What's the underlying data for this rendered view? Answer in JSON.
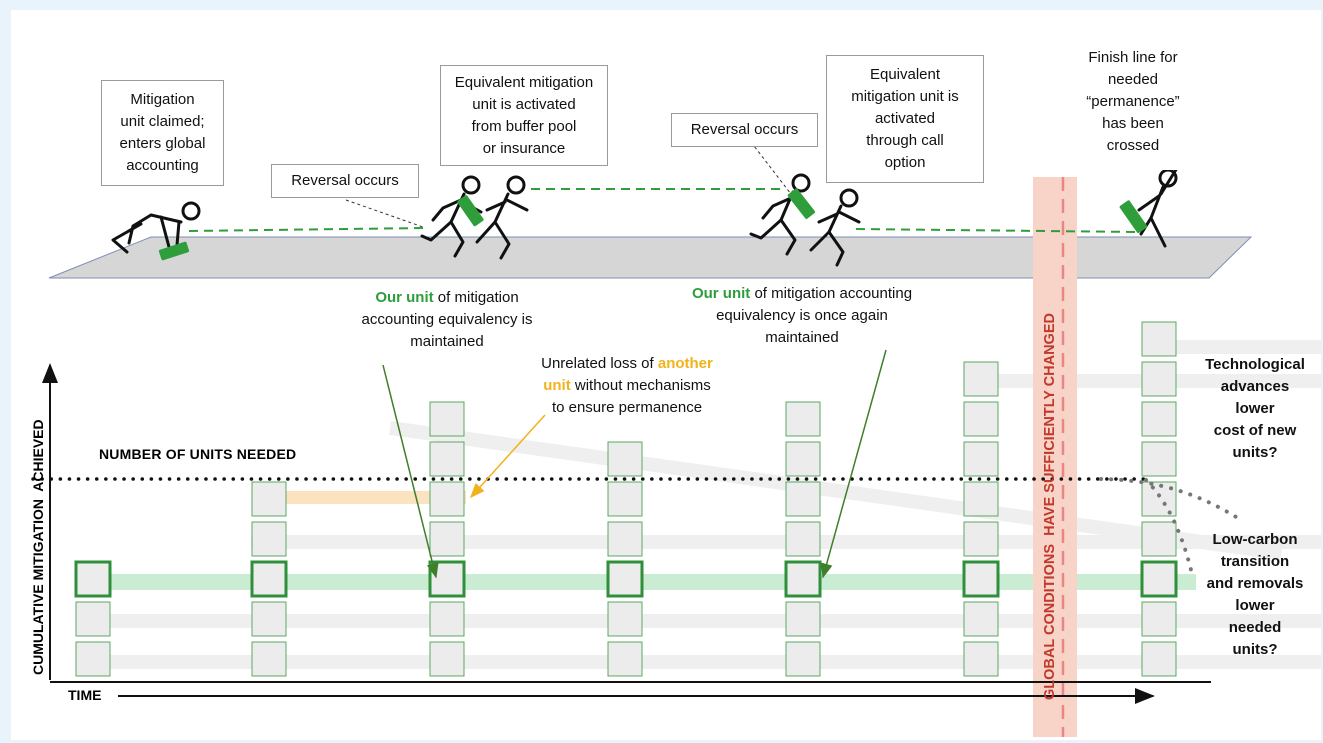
{
  "callouts": {
    "claimed": "Mitigation\nunit claimed;\nenters global\naccounting",
    "reversal1": "Reversal occurs",
    "buffer": "Equivalent mitigation\nunit is activated\nfrom buffer pool\nor insurance",
    "reversal2": "Reversal occurs",
    "call_option": "Equivalent\nmitigation unit is\nactivated\nthrough call\noption",
    "finish": "Finish line for\nneeded\n“permanence”\nhas been\ncrossed"
  },
  "captions": {
    "our_unit_1_highlight": "Our unit",
    "our_unit_1_rest": " of mitigation\naccounting equivalency is\nmaintained",
    "our_unit_2_highlight": "Our unit",
    "our_unit_2_rest": " of mitigation accounting\nequivalency is once again\nmaintained",
    "another_pre": "Unrelated loss of ",
    "another_highlight": "another\nunit",
    "another_rest": " without mechanisms\nto ensure permanence"
  },
  "axes": {
    "y_label": "CUMULATIVE MITIGATION  ACHIEVED",
    "x_label": "TIME"
  },
  "threshold_label": "NUMBER OF UNITS NEEDED",
  "global_conditions": "GLOBAL CONDITIONS  HAVE SUFFICIENTLY CHANGED",
  "right_questions": {
    "tech": "Technological\nadvances\nlower\ncost of new\nunits?",
    "lowcarbon": "Low-carbon\ntransition\nand removals\nlower\nneeded\nunits?"
  },
  "unit_stacks": [
    {
      "units": 3
    },
    {
      "units": 5
    },
    {
      "units": 7
    },
    {
      "units": 6
    },
    {
      "units": 7
    },
    {
      "units": 8
    },
    {
      "units": 9
    }
  ],
  "colors": {
    "track": "#d6d6d6",
    "unit_fill": "#ececec",
    "unit_border": "#3a9a45",
    "our_unit_band": "#c9ecd2",
    "another_band": "#fbe3c2",
    "global_band": "#f8d3c8",
    "green_text": "#2e9e3a",
    "orange_text": "#f2b21b"
  }
}
